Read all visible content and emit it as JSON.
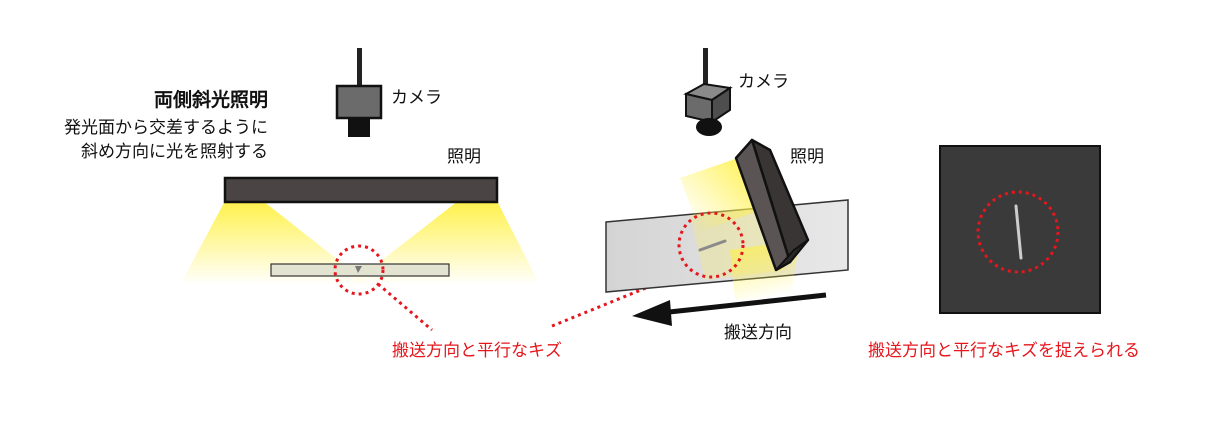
{
  "left": {
    "title": "両側斜光照明",
    "desc_line1": "発光面から交差するように",
    "desc_line2": "斜め方向に光を照射する",
    "camera_label": "カメラ",
    "light_label": "照明",
    "defect_label": "搬送方向と平行なキズ"
  },
  "middle": {
    "camera_label": "カメラ",
    "light_label": "照明",
    "direction_label": "搬送方向"
  },
  "right": {
    "result_label": "搬送方向と平行なキズを捉えられる"
  },
  "colors": {
    "light_yellow": "#fff14a",
    "light_bar": "#4a4444",
    "camera_body": "#6b6b6b",
    "conveyor": "#d6d6d6",
    "result_bg": "#3a3a3a",
    "defect_red": "#e5161c"
  }
}
